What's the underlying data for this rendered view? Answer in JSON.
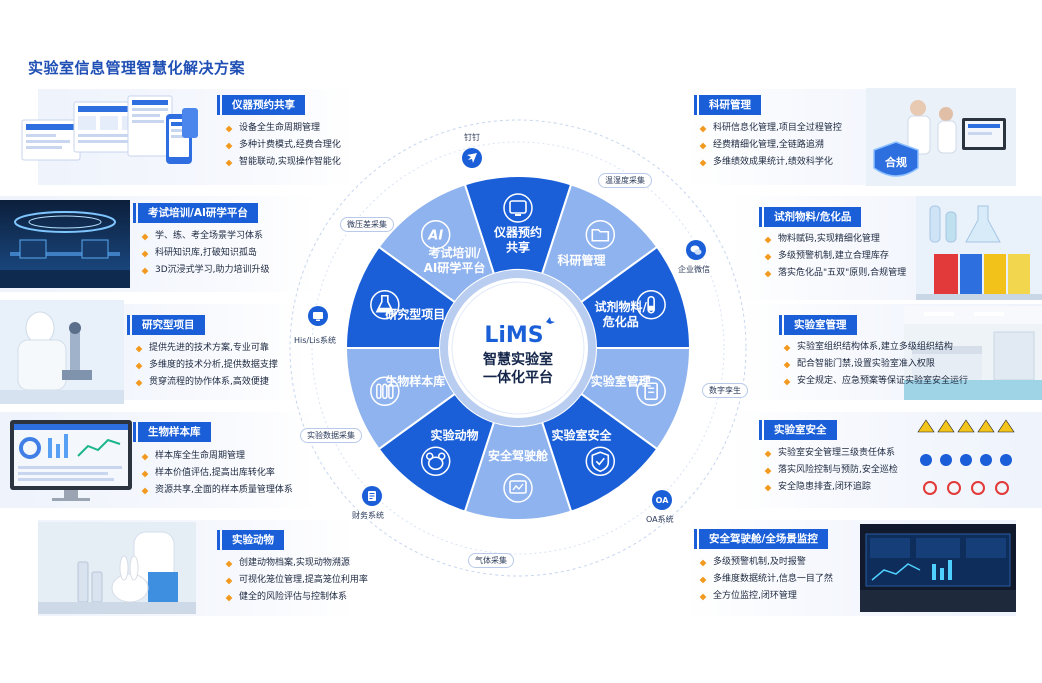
{
  "title": "实验室信息管理智慧化解决方案",
  "center": {
    "logo": "LiMS",
    "line1": "智慧实验室",
    "line2": "一体化平台"
  },
  "wheel": [
    {
      "label1": "仪器预约",
      "label2": "共享",
      "icon": "monitor-icon"
    },
    {
      "label1": "科研管理",
      "label2": "",
      "icon": "folder-icon"
    },
    {
      "label1": "试剂物料/",
      "label2": "危化品",
      "icon": "test-tube-icon"
    },
    {
      "label1": "实验室管理",
      "label2": "",
      "icon": "notebook-icon"
    },
    {
      "label1": "实验室安全",
      "label2": "",
      "icon": "shield-check-icon"
    },
    {
      "label1": "安全驾驶舱",
      "label2": "",
      "icon": "dashboard-icon"
    },
    {
      "label1": "实验动物",
      "label2": "",
      "icon": "mouse-icon"
    },
    {
      "label1": "生物样本库",
      "label2": "",
      "icon": "sample-tubes-icon"
    },
    {
      "label1": "研究型项目",
      "label2": "",
      "icon": "flask-icon"
    },
    {
      "label1": "考试培训/",
      "label2": "AI研学平台",
      "icon": "ai-icon"
    }
  ],
  "externals": {
    "dingding": "钉钉",
    "temp_humidity": "温湿度采集",
    "wechat_work": "企业微信",
    "digital_twin": "数字孪生",
    "oa": "OA系统",
    "oa_icon": "OA",
    "gas": "气体采集",
    "finance": "财务系统",
    "exp_data": "实验数据采集",
    "his_lis": "His/Lis系统",
    "micro_pressure": "微压差采集",
    "ai_icon": "AI"
  },
  "left_panels": [
    {
      "title": "仪器预约共享",
      "items": [
        "设备全生命周期管理",
        "多种计费模式,经费合理化",
        "智能联动,实现操作智能化"
      ]
    },
    {
      "title": "考试培训/AI研学平台",
      "items": [
        "学、练、考全场景学习体系",
        "科研知识库,打破知识孤岛",
        "3D沉浸式学习,助力培训升级"
      ]
    },
    {
      "title": "研究型项目",
      "items": [
        "提供先进的技术方案,专业可靠",
        "多维度的技术分析,提供数据支撑",
        "贯穿流程的协作体系,高效便捷"
      ]
    },
    {
      "title": "生物样本库",
      "items": [
        "样本库全生命周期管理",
        "样本价值评估,提高出库转化率",
        "资源共享,全面的样本质量管理体系"
      ]
    },
    {
      "title": "实验动物",
      "items": [
        "创建动物档案,实现动物溯源",
        "可视化笼位管理,提高笼位利用率",
        "健全的风险评估与控制体系"
      ]
    }
  ],
  "right_panels": [
    {
      "title": "科研管理",
      "items": [
        "科研信息化管理,项目全过程管控",
        "经费精细化管理,全链路追溯",
        "多维绩效成果统计,绩效科学化"
      ]
    },
    {
      "title": "试剂物料/危化品",
      "items": [
        "物料赋码,实现精细化管理",
        "多级预警机制,建立合理库存",
        "落实危化品\"五双\"原则,合规管理"
      ]
    },
    {
      "title": "实验室管理",
      "items": [
        "实验室组织结构体系,建立多级组织结构",
        "配合智能门禁,设置实验室准入权限",
        "安全规定、应急预案等保证实验室安全运行"
      ]
    },
    {
      "title": "实验室安全",
      "items": [
        "实验室安全管理三级责任体系",
        "落实风险控制与预防,安全巡检",
        "安全隐患排查,闭环追踪"
      ]
    },
    {
      "title": "安全驾驶舱/全场景监控",
      "items": [
        "多级预警机制,及时报警",
        "多维度数据统计,信息一目了然",
        "全方位监控,闭环管理"
      ]
    }
  ],
  "badge": "合规",
  "colors": {
    "primary": "#1a5fd8",
    "accent": "#f29a1f",
    "light_ring": "#8fb3ee",
    "title": "#1f4fb4"
  }
}
